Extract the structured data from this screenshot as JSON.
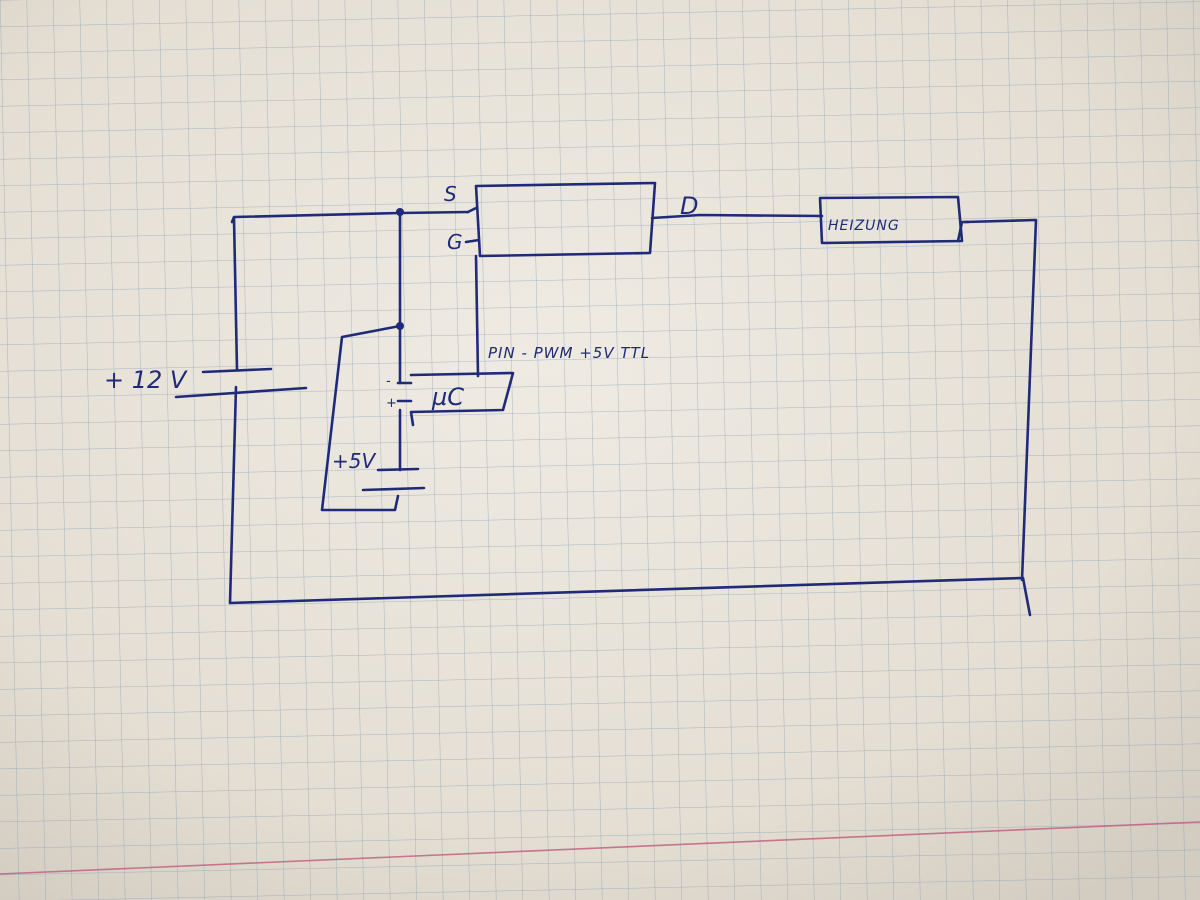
{
  "colors": {
    "ink": "#1f2a78",
    "paper": "#ebe6dc",
    "grid": "#8fa4bd",
    "margin_line": "#c05a7a"
  },
  "labels": {
    "supply_12v": "+ 12 V",
    "supply_5v": "+5V",
    "source": "S",
    "gate": "G",
    "drain": "D",
    "heater": "HEIZUNG",
    "controller": "µC",
    "pin_note": "PIN - PWM +5V TTL",
    "minus_sign": "-",
    "plus_sign": "+"
  }
}
